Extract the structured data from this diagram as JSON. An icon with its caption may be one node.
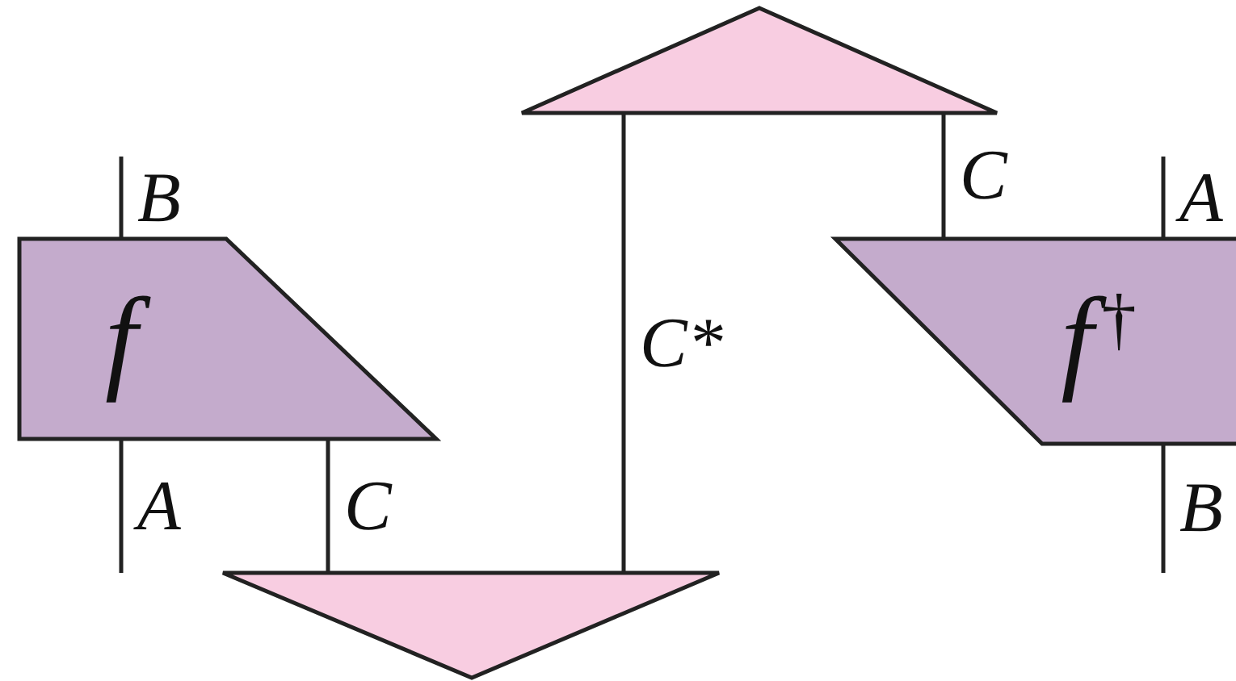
{
  "diagram": {
    "nodes": [
      {
        "text": [
          "f"
        ]
      },
      {
        "text": [],
        "shape": "triangle"
      },
      {
        "text": [],
        "shape": "triangle"
      },
      {
        "text": [
          "f$^{†}$"
        ]
      }
    ],
    "edges": [
      {
        "from": null,
        "to": 0,
        "arrow": "none",
        "label": "B"
      },
      {
        "from": 0,
        "to": null,
        "arrow": "none",
        "label": "A"
      },
      {
        "from": 0,
        "to": 1,
        "arrow": "none",
        "label": "C"
      },
      {
        "from": 1,
        "to": 2,
        "arrow": "none",
        "label": "C*"
      },
      {
        "from": 2,
        "to": 3,
        "arrow": "none",
        "label": "C"
      },
      {
        "from": null,
        "to": 3,
        "arrow": "none",
        "label": "A"
      },
      {
        "from": 3,
        "to": null,
        "arrow": "none",
        "label": "B"
      }
    ]
  }
}
